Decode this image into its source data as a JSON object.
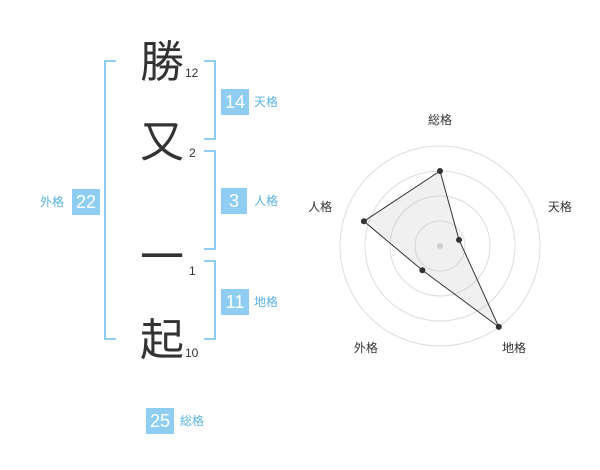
{
  "name": {
    "chars": [
      {
        "char": "勝",
        "strokes": "12"
      },
      {
        "char": "又",
        "strokes": "2"
      },
      {
        "char": "一",
        "strokes": "1"
      },
      {
        "char": "起",
        "strokes": "10"
      }
    ]
  },
  "fortunes": {
    "tenkaku": {
      "value": "14",
      "label": "天格"
    },
    "jinkaku": {
      "value": "3",
      "label": "人格"
    },
    "chikaku": {
      "value": "11",
      "label": "地格"
    },
    "gaikaku": {
      "value": "22",
      "label": "外格"
    },
    "soukaku": {
      "value": "25",
      "label": "総格"
    }
  },
  "colors": {
    "accent": "#8fcdf3",
    "label_text": "#5bb3e6"
  },
  "chart_data": {
    "type": "radar",
    "axes": [
      "総格",
      "天格",
      "地格",
      "外格",
      "人格"
    ],
    "values": [
      0.75,
      0.2,
      1.0,
      0.3,
      0.8
    ],
    "rings": 4,
    "range": [
      0,
      1
    ]
  }
}
